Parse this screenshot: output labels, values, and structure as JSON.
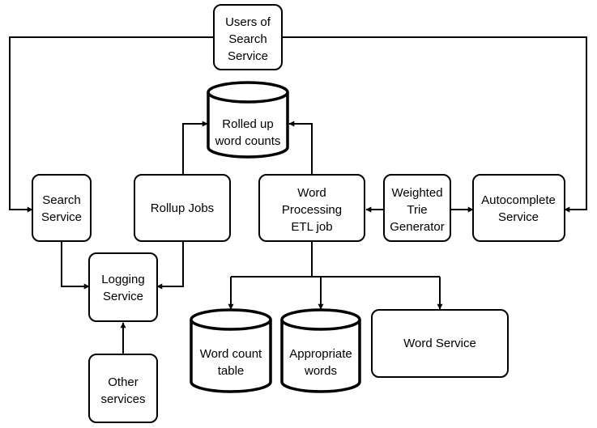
{
  "nodes": {
    "users": [
      "Users of",
      "Search",
      "Service"
    ],
    "rolled_up": [
      "Rolled up",
      "word counts"
    ],
    "search_service": [
      "Search",
      "Service"
    ],
    "rollup_jobs": [
      "Rollup Jobs"
    ],
    "word_processing": [
      "Word",
      "Processing",
      "ETL job"
    ],
    "weighted_trie": [
      "Weighted",
      "Trie",
      "Generator"
    ],
    "autocomplete": [
      "Autocomplete",
      "Service"
    ],
    "logging": [
      "Logging",
      "Service"
    ],
    "word_count_table": [
      "Word count",
      "table"
    ],
    "appropriate_words": [
      "Appropriate",
      "words"
    ],
    "word_service": [
      "Word Service"
    ],
    "other_services": [
      "Other",
      "services"
    ]
  }
}
